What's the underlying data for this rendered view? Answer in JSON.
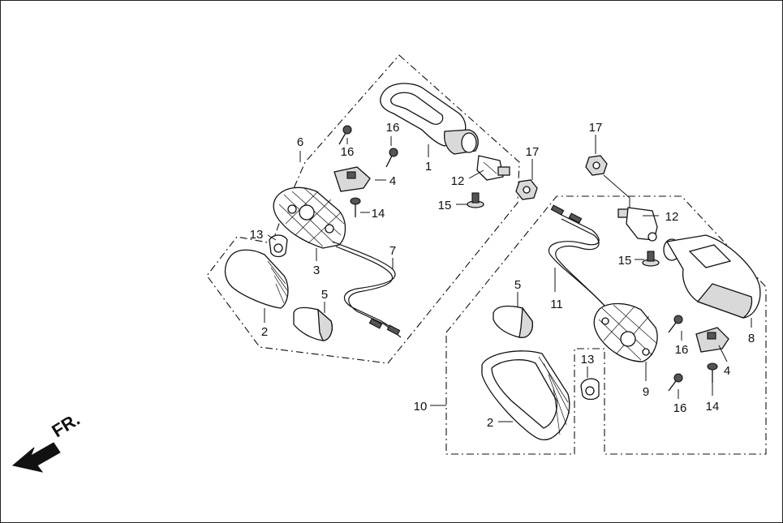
{
  "diagram": {
    "direction_label": "FR.",
    "callouts": {
      "left_1": "1",
      "left_2": "2",
      "left_3": "3",
      "left_4": "4",
      "left_5": "5",
      "left_6": "6",
      "left_7": "7",
      "left_12": "12",
      "left_13": "13",
      "left_14": "14",
      "left_15": "15",
      "left_16a": "16",
      "left_16b": "16",
      "left_17": "17",
      "right_2": "2",
      "right_4": "4",
      "right_5": "5",
      "right_8": "8",
      "right_9": "9",
      "right_10": "10",
      "right_11": "11",
      "right_12": "12",
      "right_13": "13",
      "right_14": "14",
      "right_15": "15",
      "right_16a": "16",
      "right_16b": "16",
      "right_17": "17"
    }
  }
}
